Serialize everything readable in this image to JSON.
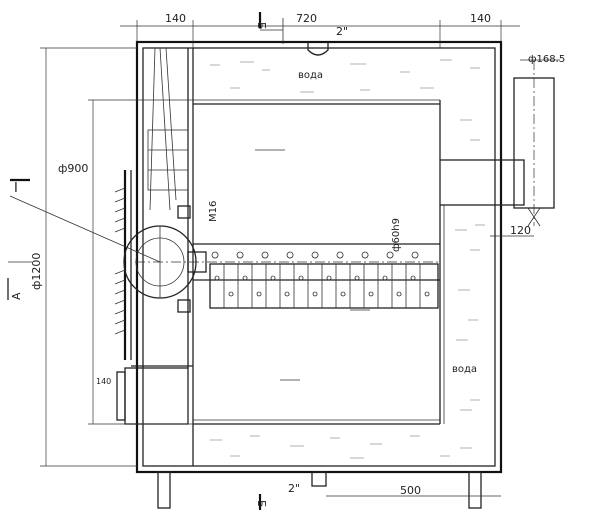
{
  "dimensions": {
    "top_left_wall": "140",
    "top_center": "720",
    "top_right_wall": "140",
    "pipe_top": "2\"",
    "pipe_right": "ф168.5",
    "offset_right": "120",
    "bottom_right": "500",
    "pipe_bottom": "2\"",
    "bolt": "M16",
    "shaft": "ф60h9",
    "left_door": "ф900",
    "left_body": "ф1200",
    "left_foot": "140"
  },
  "labels": {
    "water_top": "вода",
    "water_right": "вода",
    "section_top": "Б",
    "section_bottom": "Б",
    "view_marker": "I",
    "view_arrow": "А"
  }
}
